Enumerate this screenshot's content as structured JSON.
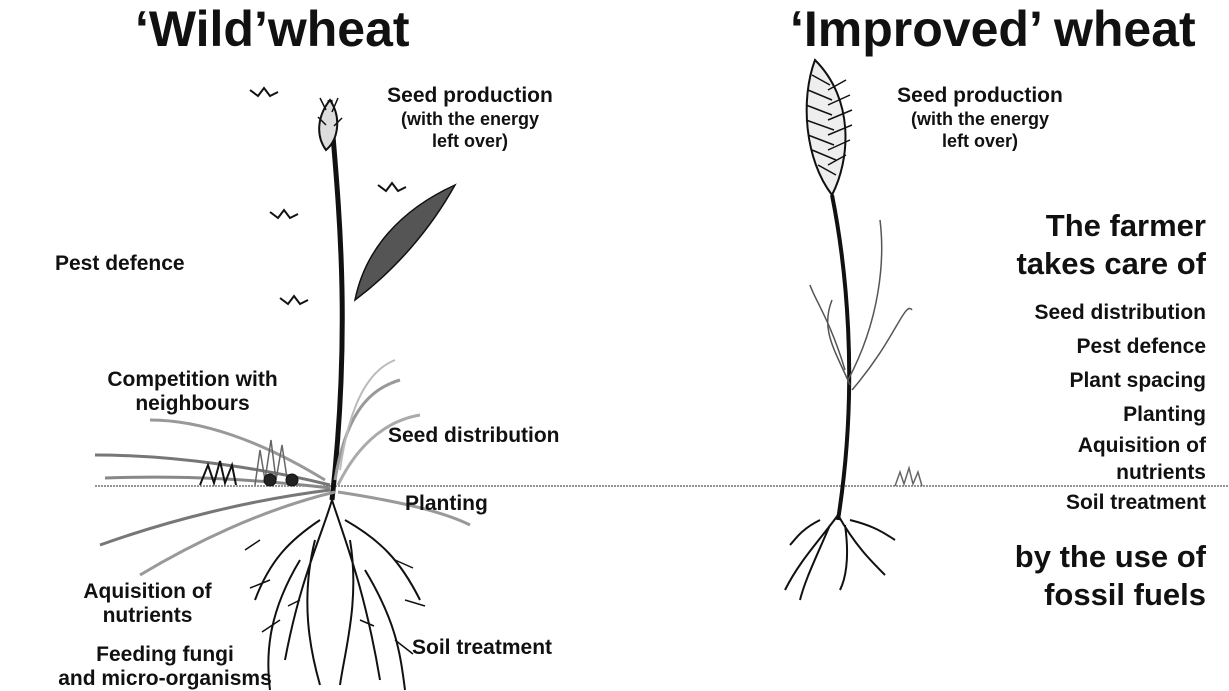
{
  "wild": {
    "title": "‘Wild’wheat",
    "seed_production": "Seed production",
    "seed_production_note_1": "(with the energy",
    "seed_production_note_2": "left over)",
    "pest_defence": "Pest defence",
    "competition_1": "Competition with",
    "competition_2": "neighbours",
    "seed_distribution": "Seed distribution",
    "planting": "Planting",
    "acquisition_1": "Aquisition of",
    "acquisition_2": "nutrients",
    "feeding_1": "Feeding fungi",
    "feeding_2": "and micro-organisms",
    "soil_treatment": "Soil treatment"
  },
  "improved": {
    "title": "‘Improved’ wheat",
    "seed_production": "Seed production",
    "seed_production_note_1": "(with the energy",
    "seed_production_note_2": "left over)",
    "farmer_1": "The farmer",
    "farmer_2": "takes care of",
    "items": [
      "Seed distribution",
      "Pest defence",
      "Plant spacing",
      "Planting",
      "Aquisition of",
      "nutrients",
      "Soil treatment"
    ],
    "by_1": "by the use of",
    "by_2": "fossil fuels"
  }
}
